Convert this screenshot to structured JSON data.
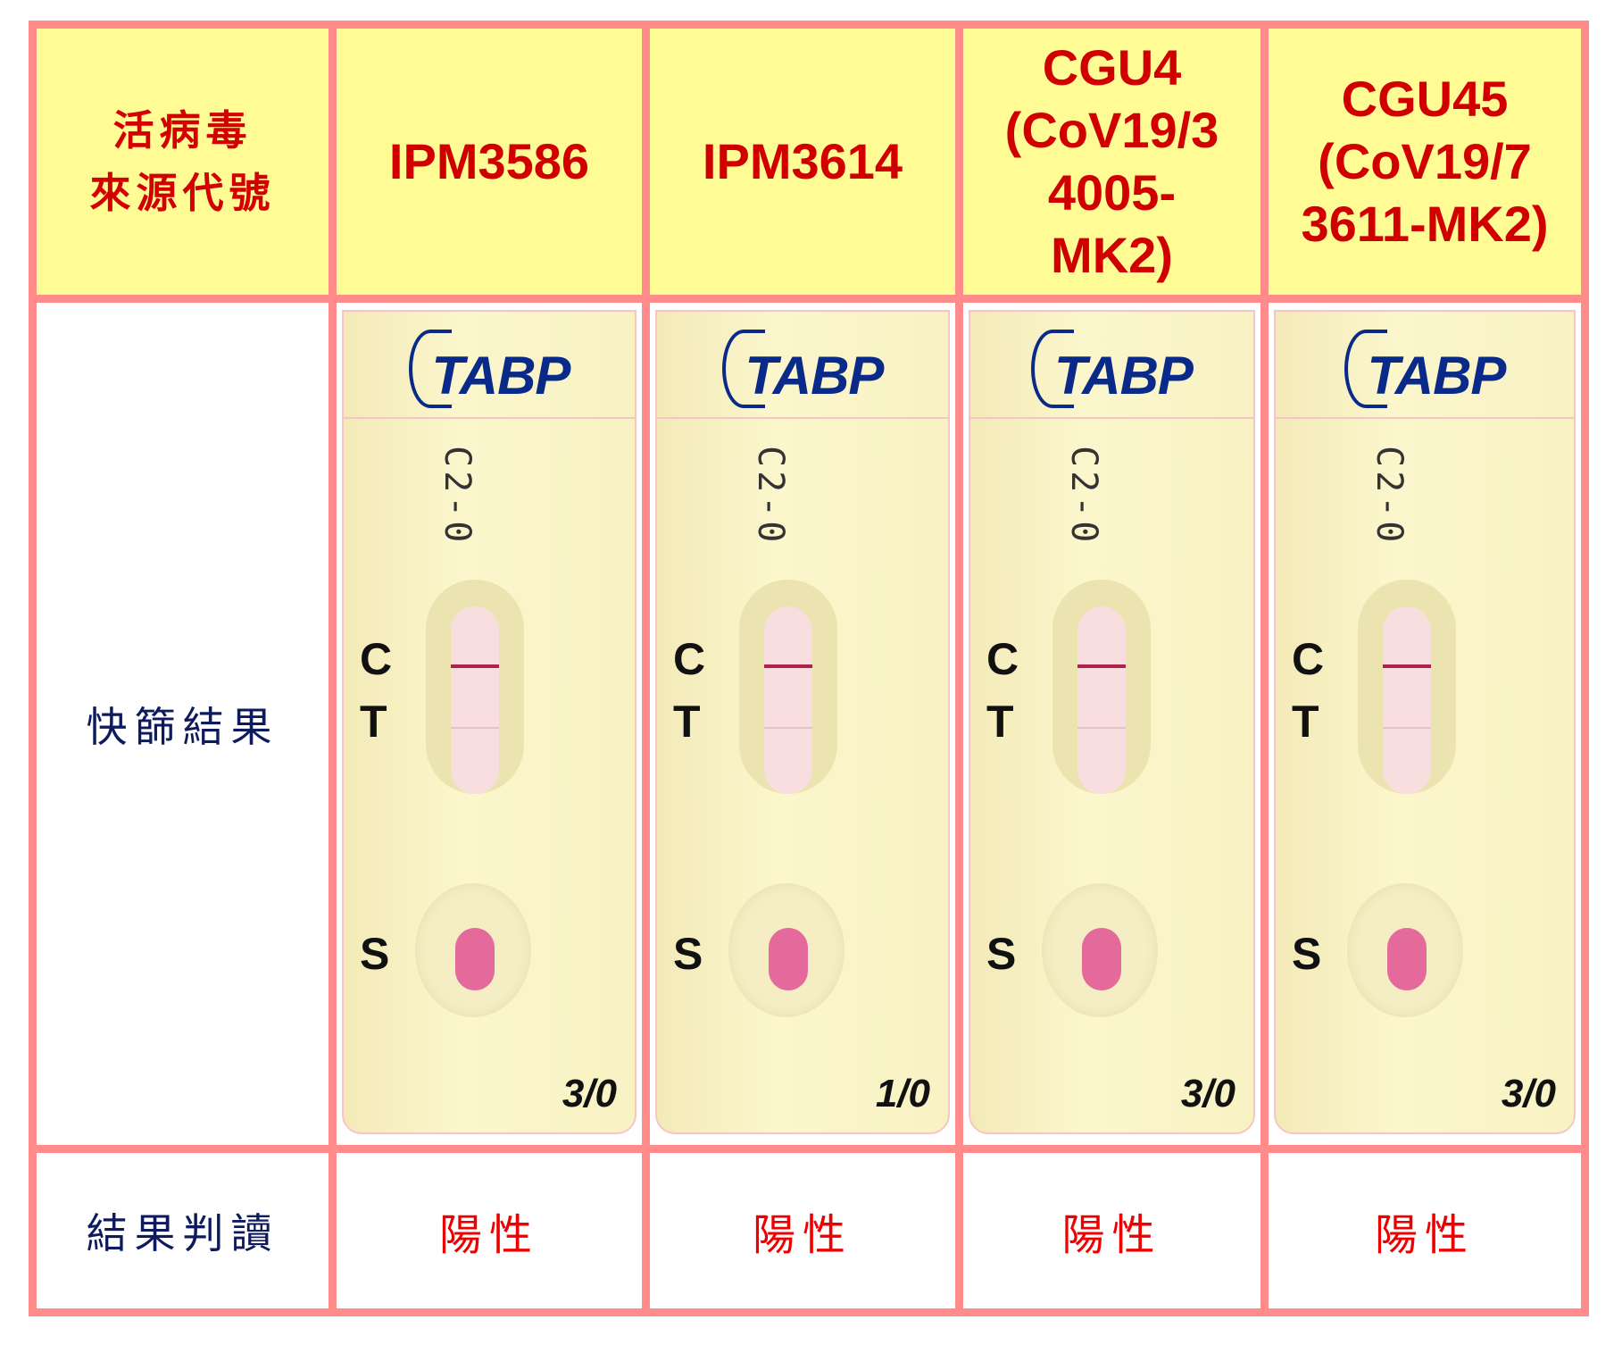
{
  "header": {
    "row_label": "活病毒\n來源代號",
    "codes": [
      "IPM3586",
      "IPM3614",
      "CGU4\n(CoV19/3\n4005-\nMK2)",
      "CGU45\n(CoV19/7\n3611-MK2)"
    ]
  },
  "image_row": {
    "label": "快篩結果",
    "cassette": {
      "brand": "TABP",
      "lot": "C2-0",
      "c_label": "C",
      "t_label": "T",
      "s_label": "S"
    },
    "marks": [
      "3/0",
      "1/0",
      "3/0",
      "3/0"
    ]
  },
  "result_row": {
    "label": "結果判讀",
    "results": [
      "陽性",
      "陽性",
      "陽性",
      "陽性"
    ]
  },
  "colors": {
    "border": "#ff8c8a",
    "header_bg": "#fffb95",
    "code_text": "#d00000",
    "result_text": "#ee0000",
    "brand": "#0a2a8a"
  }
}
